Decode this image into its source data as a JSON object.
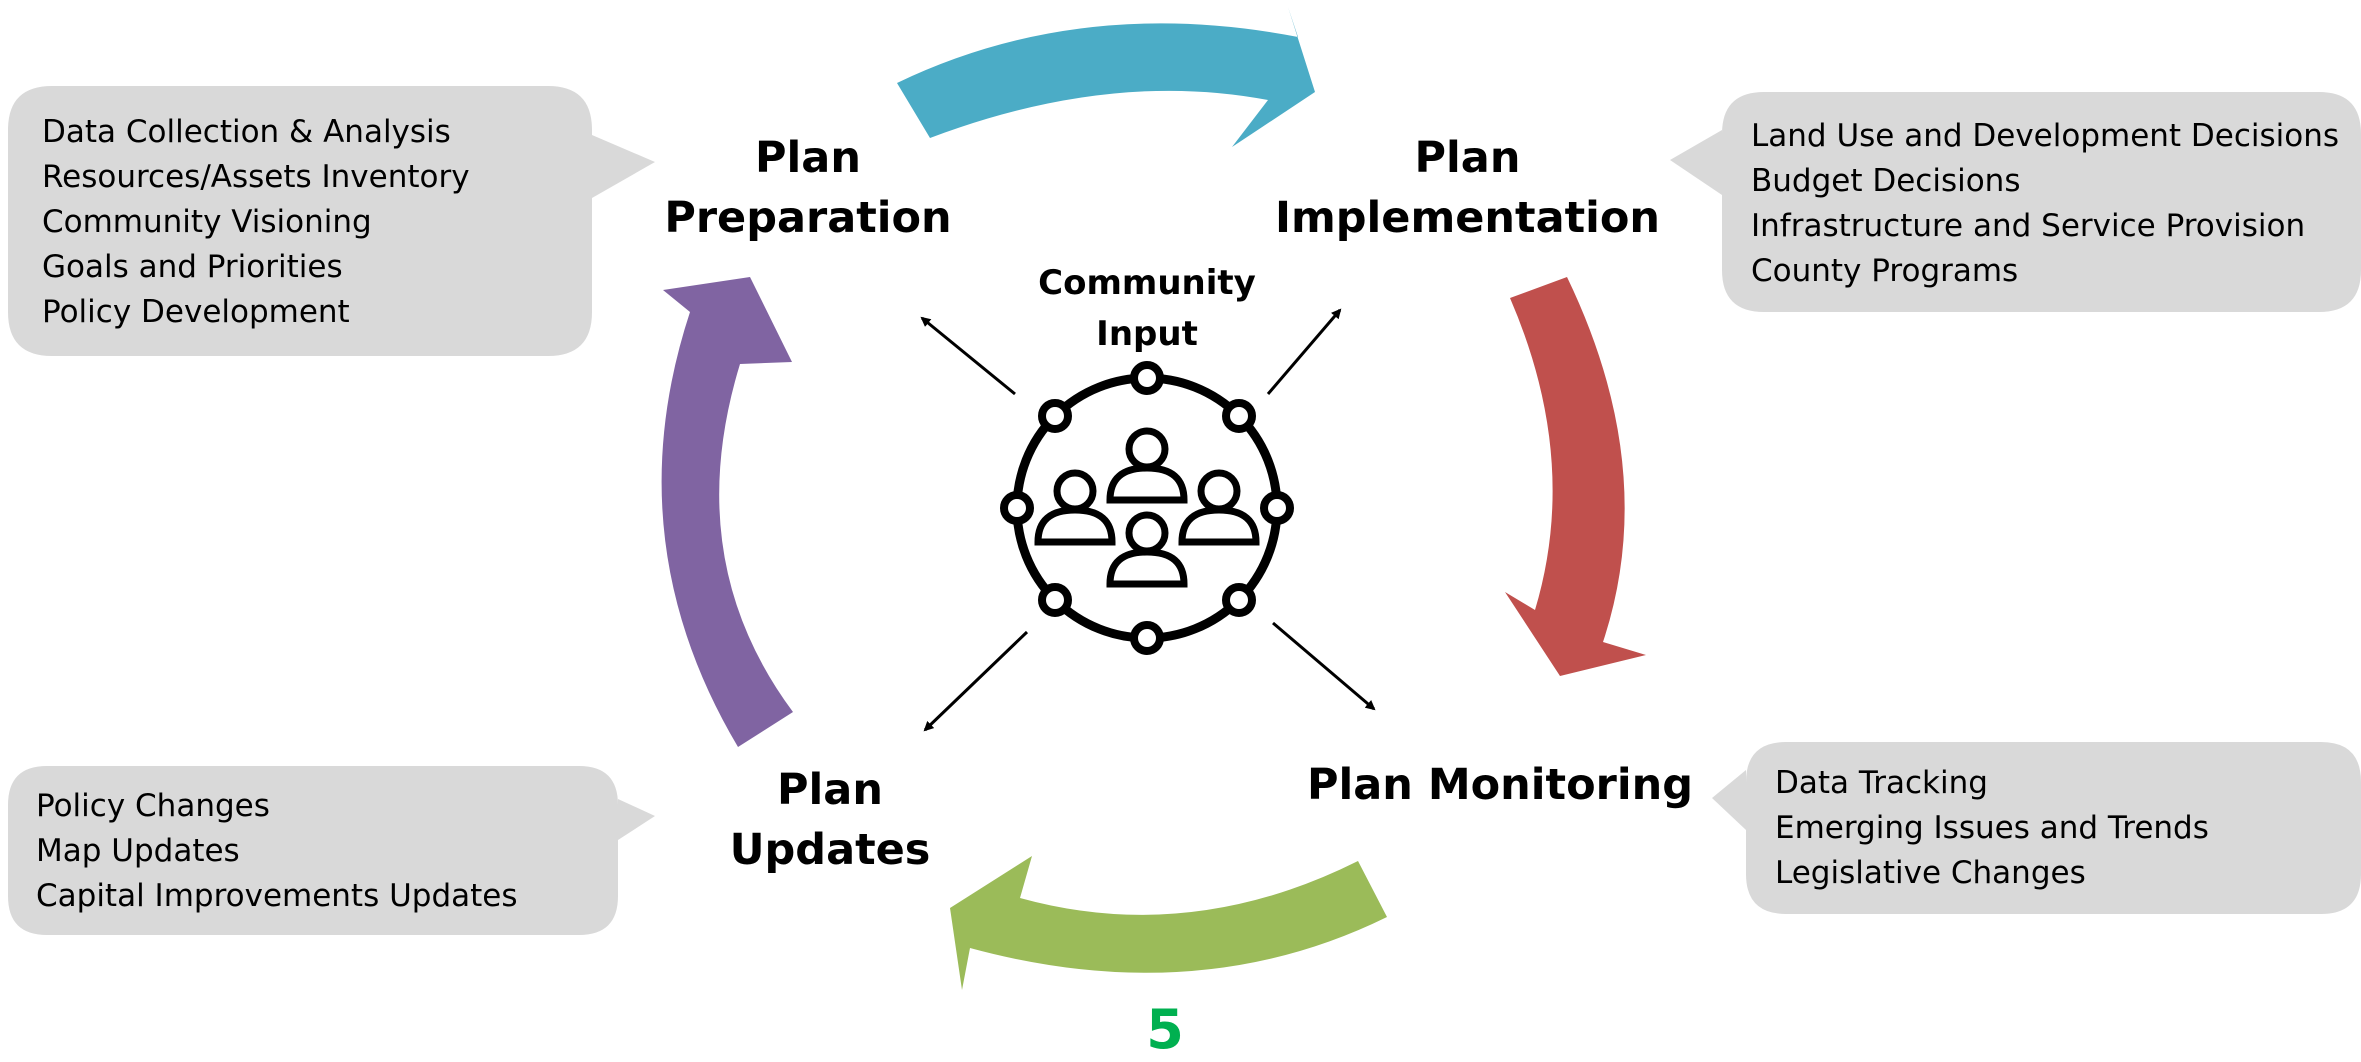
{
  "stages": {
    "preparation": {
      "line1": "Plan",
      "line2": "Preparation",
      "items": [
        "Data Collection & Analysis",
        "Resources/Assets Inventory",
        "Community Visioning",
        "Goals and Priorities",
        "Policy Development"
      ]
    },
    "implementation": {
      "line1": "Plan",
      "line2": "Implementation",
      "items": [
        "Land Use and Development Decisions",
        "Budget Decisions",
        "Infrastructure and Service Provision",
        "County Programs"
      ]
    },
    "monitoring": {
      "line1": "Plan Monitoring",
      "items": [
        "Data Tracking",
        "Emerging Issues and Trends",
        "Legislative Changes"
      ]
    },
    "updates": {
      "line1": "Plan",
      "line2": "Updates",
      "items": [
        "Policy Changes",
        "Map Updates",
        "Capital Improvements Updates"
      ]
    }
  },
  "center": {
    "line1": "Community",
    "line2": "Input",
    "icon": "community-people-network-icon"
  },
  "page_number": "5",
  "colors": {
    "arrow_preparation_to_implementation": "#4bacc6",
    "arrow_implementation_to_monitoring": "#c0504d",
    "arrow_monitoring_to_updates": "#9bbb59",
    "arrow_updates_to_preparation": "#8064a2",
    "callout_fill": "#d9d9d9",
    "page_number": "#00b050"
  }
}
